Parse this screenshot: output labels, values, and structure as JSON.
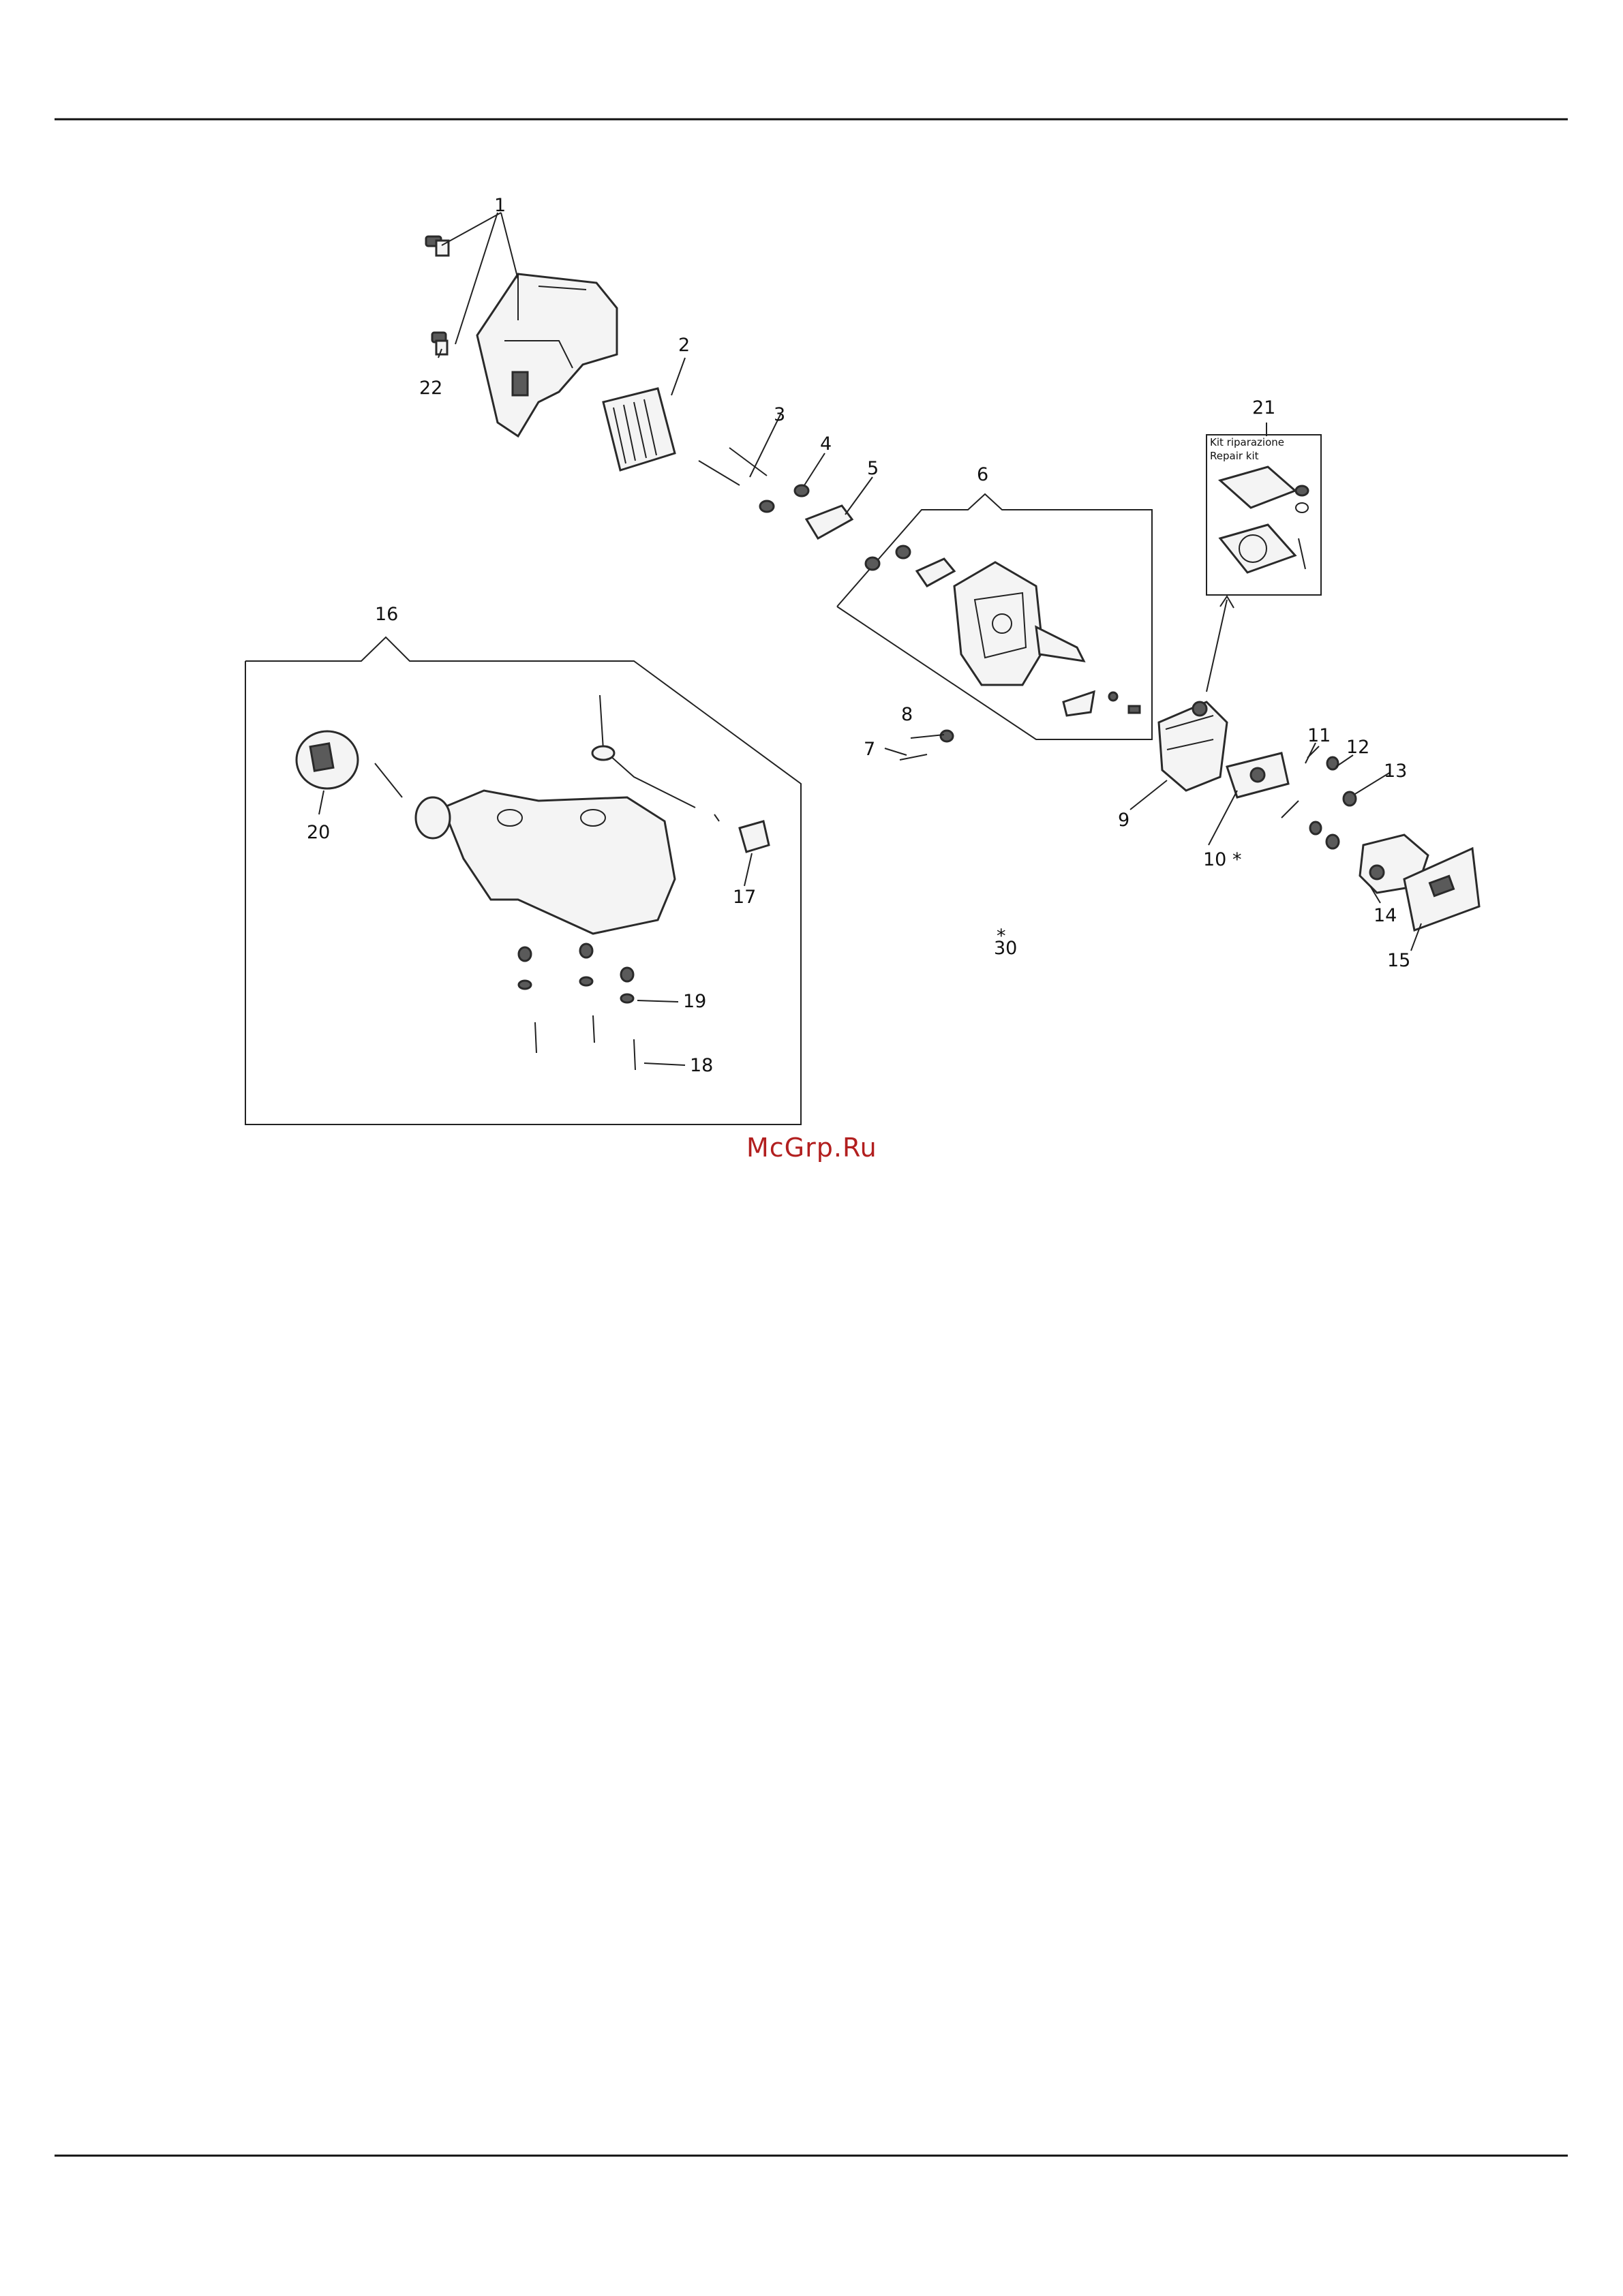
{
  "callouts": {
    "c1": "1",
    "c2": "2",
    "c3": "3",
    "c4": "4",
    "c5": "5",
    "c6": "6",
    "c7": "7",
    "c8": "8",
    "c9": "9",
    "c10": "10 *",
    "c11": "11",
    "c12": "12",
    "c13": "13",
    "c14": "14",
    "c15": "15",
    "c16": "16",
    "c17": "17",
    "c18": "18",
    "c19": "19",
    "c20": "20",
    "c21": "21",
    "c22": "22",
    "c30": "30"
  },
  "repair_kit": {
    "line1": "Kit riparazione",
    "line2": "Repair kit"
  },
  "asterisk_symbol": "*",
  "watermark": "McGrp.Ru"
}
